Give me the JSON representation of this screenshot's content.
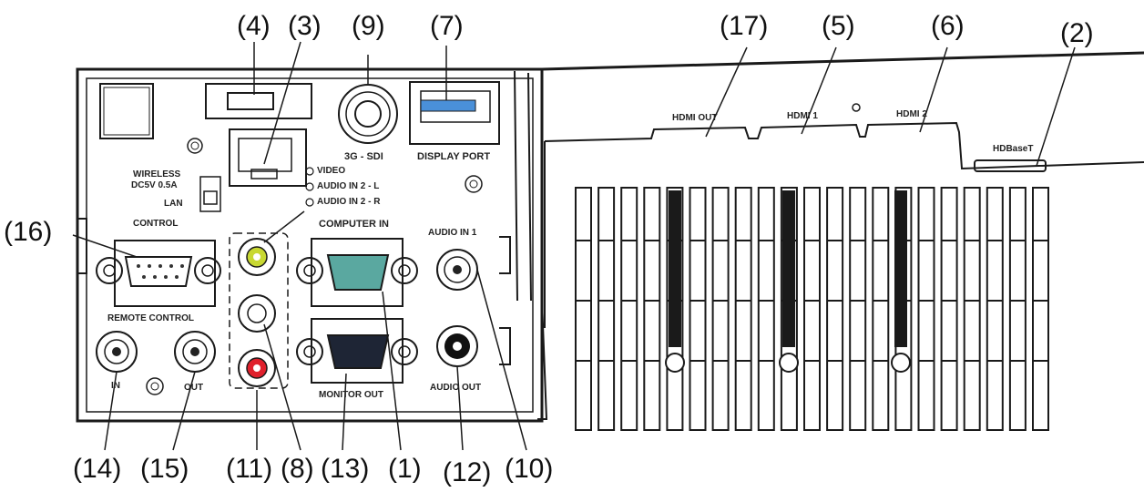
{
  "callouts": {
    "c4": "(4)",
    "c3": "(3)",
    "c9": "(9)",
    "c7": "(7)",
    "c17": "(17)",
    "c5": "(5)",
    "c6": "(6)",
    "c2": "(2)",
    "c16": "(16)",
    "c14": "(14)",
    "c15": "(15)",
    "c11": "(11)",
    "c8": "(8)",
    "c13": "(13)",
    "c1": "(1)",
    "c12": "(12)",
    "c10": "(10)"
  },
  "panel_labels": {
    "sdi": "3G - SDI",
    "display_port": "DISPLAY PORT",
    "hdmi_out": "HDMI OUT",
    "hdmi1": "HDMI 1",
    "hdmi2": "HDMI 2",
    "hdbaset": "HDBaseT",
    "wireless": "WIRELESS",
    "dc5v": "DC5V 0.5A",
    "lan": "LAN",
    "video": "VIDEO",
    "audio_in2_l": "AUDIO IN 2 - L",
    "audio_in2_r": "AUDIO IN 2 - R",
    "control": "CONTROL",
    "computer_in": "COMPUTER IN",
    "audio_in1": "AUDIO IN 1",
    "remote_control": "REMOTE CONTROL",
    "in": "IN",
    "out": "OUT",
    "monitor_out": "MONITOR OUT",
    "audio_out": "AUDIO OUT"
  },
  "colors": {
    "video_jack": "#c8d832",
    "audio_r_jack": "#e0202c",
    "usb_blue": "#4a90d9",
    "computer_in_teal": "#5aa8a0",
    "line": "#1a1a1a"
  }
}
